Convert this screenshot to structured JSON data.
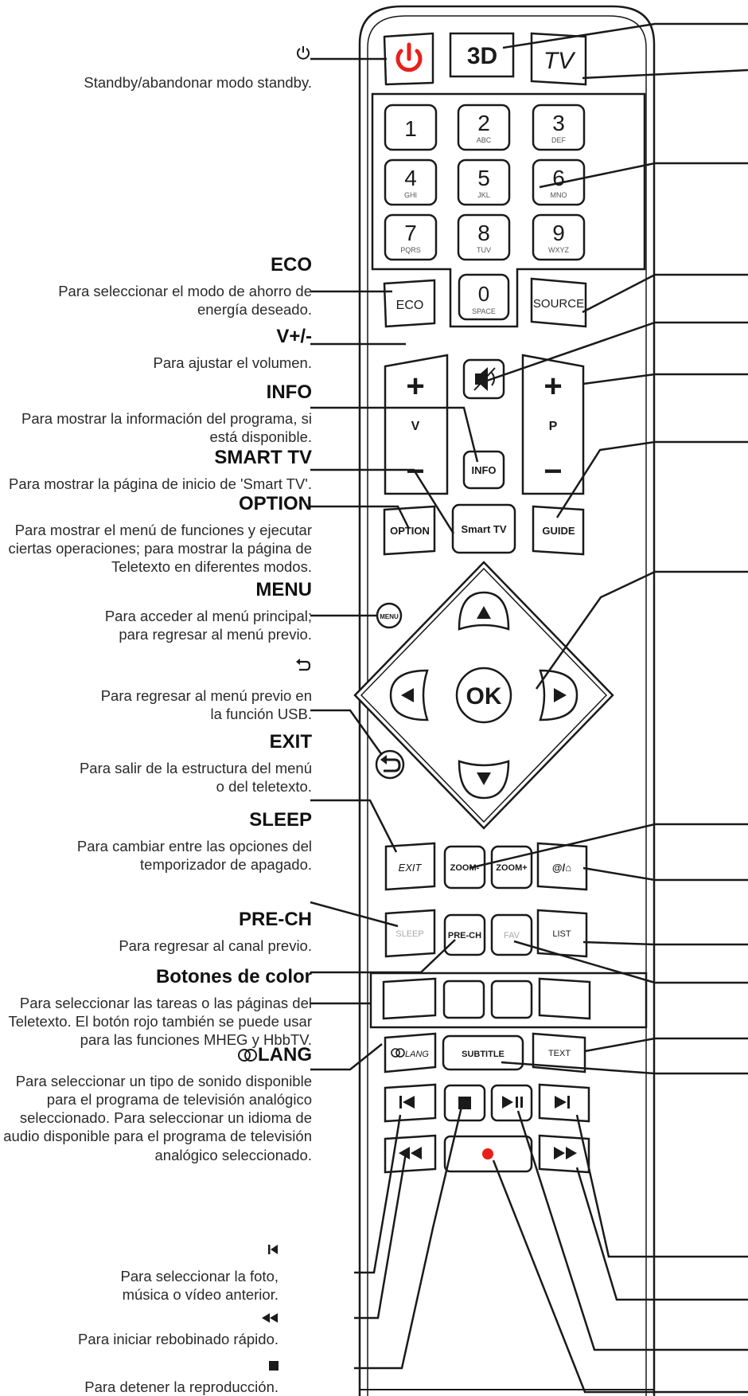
{
  "power_icon": "power-icon",
  "back_icon": "back-arrow-icon",
  "prev_icon": "skip-previous-icon",
  "rew_icon": "fast-rewind-icon",
  "stop_icon": "stop-square-icon",
  "labels": {
    "standby": {
      "desc": "Standby/abandonar modo standby."
    },
    "eco": {
      "title": "ECO",
      "desc": "Para seleccionar el modo de ahorro de energía deseado."
    },
    "vol": {
      "title": "V+/-",
      "desc": "Para ajustar el volumen."
    },
    "info": {
      "title": "INFO",
      "desc": "Para mostrar la información del programa, si está disponible."
    },
    "smarttv": {
      "title": "SMART TV",
      "desc": "Para mostrar la página de inicio de 'Smart TV'."
    },
    "option": {
      "title": "OPTION",
      "desc": "Para mostrar el menú de funciones y ejecutar ciertas operaciones; para mostrar la página de Teletexto en diferentes modos."
    },
    "menu": {
      "title": "MENU",
      "desc": "Para acceder al menú principal; para regresar al menú previo."
    },
    "back": {
      "desc": "Para regresar al menú previo en la función USB."
    },
    "exit": {
      "title": "EXIT",
      "desc": "Para salir de la estructura del menú o del teletexto."
    },
    "sleep": {
      "title": "SLEEP",
      "desc": "Para cambiar entre las opciones del temporizador de apagado."
    },
    "prech": {
      "title": "PRE-CH",
      "desc": "Para regresar al canal previo."
    },
    "color": {
      "title": "Botones de color",
      "desc": "Para seleccionar las tareas o las páginas del Teletexto. El botón rojo también se puede usar para las funciones MHEG y HbbTV."
    },
    "lang": {
      "title": "LANG",
      "desc": "Para seleccionar un tipo de sonido disponible para el programa de televisión analógico seleccionado. Para seleccionar un idioma de audio disponible para el programa de televisión analógico seleccionado."
    },
    "prev": {
      "desc": "Para seleccionar la foto, música o vídeo anterior."
    },
    "rew": {
      "desc": "Para iniciar rebobinado rápido."
    },
    "stop": {
      "desc": "Para detener la reproducción."
    }
  },
  "buttons": {
    "three_d": "3D",
    "tv": "TV",
    "digits": [
      {
        "n": "1",
        "s": ""
      },
      {
        "n": "2",
        "s": "ABC"
      },
      {
        "n": "3",
        "s": "DEF"
      },
      {
        "n": "4",
        "s": "GHI"
      },
      {
        "n": "5",
        "s": "JKL"
      },
      {
        "n": "6",
        "s": "MNO"
      },
      {
        "n": "7",
        "s": "PQRS"
      },
      {
        "n": "8",
        "s": "TUV"
      },
      {
        "n": "9",
        "s": "WXYZ"
      }
    ],
    "zero": "0",
    "space": "SPACE",
    "eco": "ECO",
    "source": "SOURCE",
    "vol_plus": "+",
    "vol_letter": "V",
    "vol_minus": "−",
    "prog_plus": "+",
    "prog_letter": "P",
    "prog_minus": "−",
    "info": "INFO",
    "option": "OPTION",
    "smarttv": "Smart TV",
    "guide": "GUIDE",
    "menu": "MENU",
    "ok": "OK",
    "exit": "EXIT",
    "zoom_minus": "ZOOM-",
    "zoom_plus": "ZOOM+",
    "home": "@/⌂",
    "sleep": "SLEEP",
    "prech": "PRE-CH",
    "fav": "FAV",
    "list": "LIST",
    "lang": "LANG",
    "subtitle": "SUBTITLE",
    "text": "TEXT"
  },
  "colors": {
    "power": "#e8201a",
    "record": "#e8201a",
    "ink": "#1a1a1a"
  }
}
